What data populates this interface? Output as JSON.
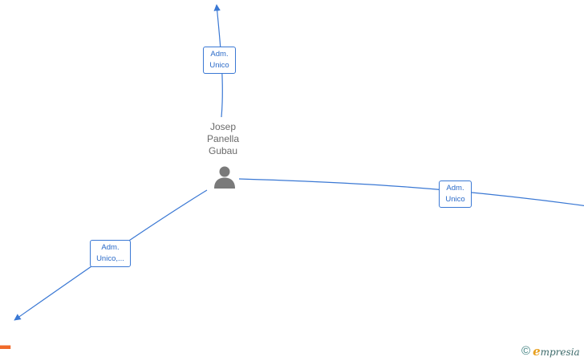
{
  "person": {
    "name_lines": [
      "Josep",
      "Panella",
      "Gubau"
    ],
    "icon": "person-icon"
  },
  "relations": [
    {
      "id": "top",
      "label_lines": [
        "Adm.",
        "Unico"
      ]
    },
    {
      "id": "right",
      "label_lines": [
        "Adm.",
        "Unico"
      ]
    },
    {
      "id": "bottom-left",
      "label_lines": [
        "Adm.",
        "Unico,..."
      ]
    }
  ],
  "partial_node": {
    "text": "L",
    "color": "#f06a2a"
  },
  "footer": {
    "copyright_symbol": "©",
    "brand_initial": "e",
    "brand_rest": "mpresia"
  },
  "colors": {
    "edge": "#3a78d4",
    "label_text": "#2a6ac8",
    "person_icon": "#7a7a7a",
    "person_text": "#6a6a6a"
  }
}
